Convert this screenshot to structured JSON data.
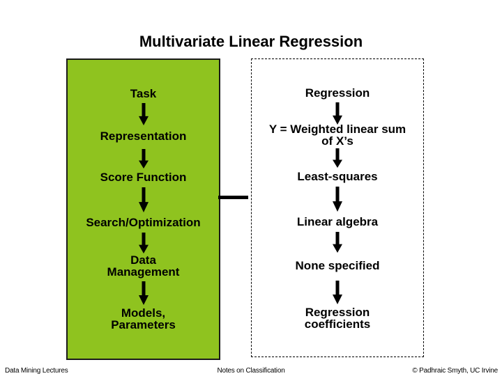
{
  "title": "Multivariate Linear Regression",
  "colors": {
    "panel_green": "#8FC31F",
    "panel_border": "#1A1A1A",
    "arrow": "#000000",
    "text": "#000000",
    "background": "#FFFFFF"
  },
  "flow": {
    "left": {
      "rows": [
        {
          "lines": [
            "Task"
          ]
        },
        {
          "lines": [
            "Representation"
          ]
        },
        {
          "lines": [
            "Score Function"
          ]
        },
        {
          "lines": [
            "Search/Optimization"
          ]
        },
        {
          "lines": [
            "Data",
            "Management"
          ]
        },
        {
          "lines": [
            "Models,",
            "Parameters"
          ]
        }
      ]
    },
    "right": {
      "rows": [
        {
          "lines": [
            "Regression"
          ]
        },
        {
          "lines": [
            "Y = Weighted linear sum",
            "of X’s"
          ]
        },
        {
          "lines": [
            "Least-squares"
          ]
        },
        {
          "lines": [
            "Linear algebra"
          ]
        },
        {
          "lines": [
            "None specified"
          ]
        },
        {
          "lines": [
            "Regression",
            "coefficients"
          ]
        }
      ]
    }
  },
  "footer": {
    "left": "Data Mining Lectures",
    "center": "Notes on Classification",
    "right": "© Padhraic Smyth, UC Irvine"
  }
}
